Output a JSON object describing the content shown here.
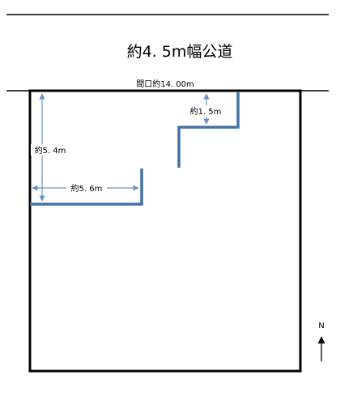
{
  "road": {
    "label": "約4. 5m幅公道"
  },
  "frontage": {
    "label": "間口約14. 00m"
  },
  "dimensions": {
    "notch_depth": "約1. 5m",
    "left_depth": "約5. 4m",
    "left_width": "約5. 6m"
  },
  "compass": {
    "label": "N"
  },
  "colors": {
    "lot_outline": "#000000",
    "boundary_lines": "#4472a4",
    "dimension_arrows": "#6a96c4"
  }
}
